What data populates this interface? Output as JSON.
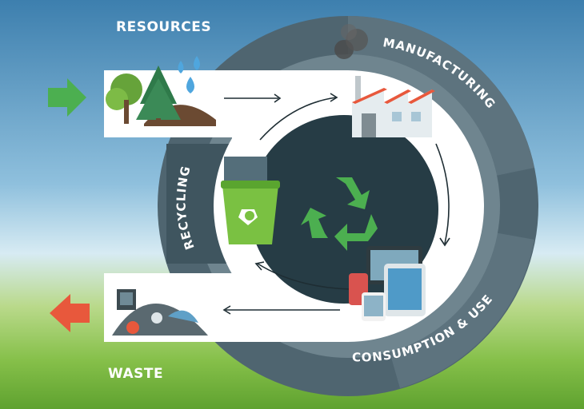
{
  "labels": {
    "resources": "RESOURCES",
    "manufacturing": "MANUFACTURING",
    "consumption": "CONSUMPTION & USE",
    "recycling": "RECYCLING",
    "waste": "WASTE"
  },
  "colors": {
    "sky_top": "#3d7fae",
    "sky_mid": "#bcdcee",
    "grass": "#7ab83c",
    "ring_dark": "#4f6570",
    "ring_light": "#6f858f",
    "inner_ring": "#ffffff",
    "center_disc": "#263c45",
    "recycle_symbol": "#4caf50",
    "arrow_in": "#4caf50",
    "arrow_out": "#e8583c"
  },
  "icons": {
    "entry_arrow": "green-arrow-right-icon",
    "exit_arrow": "red-arrow-left-icon",
    "center": "recycle-symbol-icon",
    "resources": "trees-water-drops-icon",
    "manufacturing": "factory-icon",
    "consumption": "electronics-devices-icon",
    "recycling": "recycle-bin-icon",
    "waste": "waste-pile-icon"
  }
}
